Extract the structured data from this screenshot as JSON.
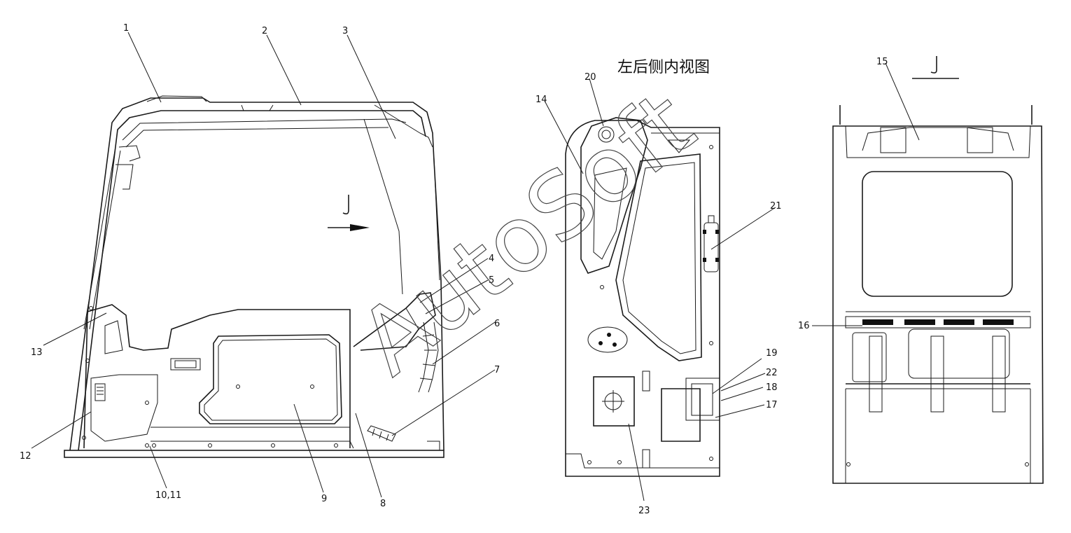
{
  "view_title": "左后侧内视图",
  "view_marker": "J",
  "watermark": "AutoSoft",
  "callouts": [
    "1",
    "2",
    "3",
    "4",
    "5",
    "6",
    "7",
    "8",
    "9",
    "10,11",
    "12",
    "13",
    "14",
    "15",
    "16",
    "17",
    "18",
    "19",
    "20",
    "21",
    "22",
    "23"
  ]
}
